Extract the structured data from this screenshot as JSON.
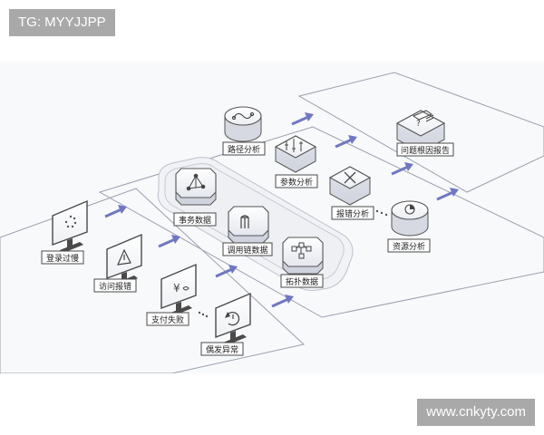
{
  "watermark_top": "TG: MYYJJPP",
  "watermark_bottom": "www.cnkyty.com",
  "diagram": {
    "symptoms": [
      "登录过慢",
      "访问报错",
      "支付失败",
      "偶发异常"
    ],
    "data_sources": [
      "事务数据",
      "调用链数据",
      "拓扑数据"
    ],
    "analyses": [
      "路径分析",
      "参数分析",
      "报错分析",
      "资源分析"
    ],
    "result": "问题根因报告"
  },
  "colors": {
    "arrow": "#6f77c4",
    "line": "#9aa0ad",
    "label_bg": "#ffffff",
    "label_border": "#4a4a4a"
  }
}
